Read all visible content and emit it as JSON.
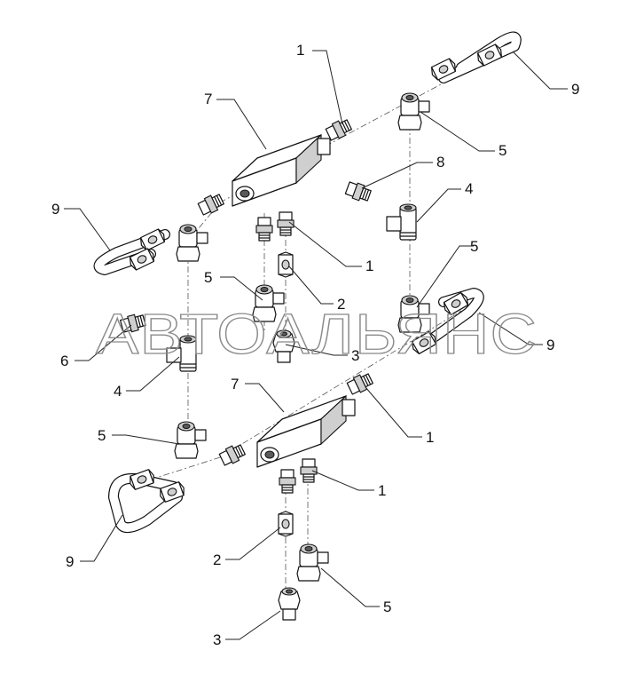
{
  "watermark": "АВТОАЛЬЯНС",
  "callouts": [
    {
      "id": "c1a",
      "label": "1"
    },
    {
      "id": "c9a",
      "label": "9"
    },
    {
      "id": "c7a",
      "label": "7"
    },
    {
      "id": "c5a",
      "label": "5"
    },
    {
      "id": "c8a",
      "label": "8"
    },
    {
      "id": "c4a",
      "label": "4"
    },
    {
      "id": "c9b",
      "label": "9"
    },
    {
      "id": "c1b",
      "label": "1"
    },
    {
      "id": "c5b",
      "label": "5"
    },
    {
      "id": "c5c",
      "label": "5"
    },
    {
      "id": "c2a",
      "label": "2"
    },
    {
      "id": "c9c",
      "label": "9"
    },
    {
      "id": "c6a",
      "label": "6"
    },
    {
      "id": "c3a",
      "label": "3"
    },
    {
      "id": "c4b",
      "label": "4"
    },
    {
      "id": "c7b",
      "label": "7"
    },
    {
      "id": "c1c",
      "label": "1"
    },
    {
      "id": "c5d",
      "label": "5"
    },
    {
      "id": "c1d",
      "label": "1"
    },
    {
      "id": "c9d",
      "label": "9"
    },
    {
      "id": "c2b",
      "label": "2"
    },
    {
      "id": "c5e",
      "label": "5"
    },
    {
      "id": "c3b",
      "label": "3"
    }
  ]
}
